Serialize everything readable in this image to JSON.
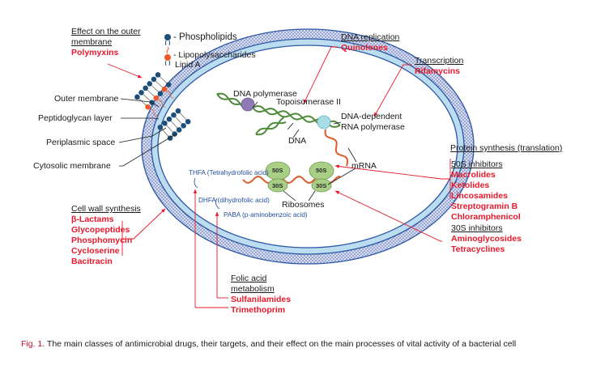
{
  "legend": {
    "phospholipids": "Phospholipids",
    "lipopolysaccharides": "Lipopolysaccharides",
    "lipid_a": "Lipid A"
  },
  "structures": {
    "outer_membrane": "Outer membrane",
    "peptidoglycan_layer": "Peptidoglycan layer",
    "periplasmic_space": "Periplasmic space",
    "cytosolic_membrane": "Cytosolic membrane",
    "dna_polymerase": "DNA polymerase",
    "topoisomerase": "Topoisomerase II",
    "dna": "DNA",
    "rna_polymerase_line1": "DNA-dependent",
    "rna_polymerase_line2": "RNA polymerase",
    "mrna": "mRNA",
    "ribosomes": "Ribosomes",
    "ribosome_50s": "50S",
    "ribosome_30s": "30S",
    "thfa": "THFA (Tetrahydrofolic acid)",
    "dhfa": "DHFA (dihydrofolic acid)",
    "paba": "PABA (p-aminobenzoic acid)"
  },
  "drug_groups": {
    "outer_membrane": {
      "title_line1": "Effect on the outer",
      "title_line2": "membrane",
      "drugs": [
        "Polymyxins"
      ]
    },
    "dna_replication": {
      "title": "DNA replication",
      "drugs": [
        "Quinolones"
      ]
    },
    "transcription": {
      "title": "Transcription",
      "drugs": [
        "Rifamycins"
      ]
    },
    "protein_synthesis": {
      "title": "Protein synthesis (translation)",
      "sub50": {
        "title": "50S inhibitors",
        "drugs": [
          "Macrolides",
          "Ketolides",
          "Lincosamides",
          "Streptogramin B",
          "Chloramphenicol"
        ]
      },
      "sub30": {
        "title": "30S inhibitors",
        "drugs": [
          "Aminoglycosides",
          "Tetracyclines"
        ]
      }
    },
    "cell_wall": {
      "title": "Cell wall synthesis",
      "drugs": [
        "β-Lactams",
        "Glycopeptides",
        "Phosphomycin",
        "Cycloserine",
        "Bacitracin"
      ]
    },
    "folic_acid": {
      "title_line1": "Folic acid",
      "title_line2": "metabolism",
      "drugs": [
        "Sulfanilamides",
        "Trimethoprim"
      ]
    }
  },
  "caption": {
    "fig_label": "Fig. 1.",
    "text": " The main classes of antimicrobial drugs, their targets, and their effect on the main processes of vital activity of a bacterial cell"
  },
  "colors": {
    "drug_red": "#e8192c",
    "membrane_blue": "#2a57a6",
    "periplasm_light_blue": "#bcdcef",
    "dna_green": "#4f8a3a",
    "mrna_orange": "#e05a2a",
    "ribosome_green": "#a9cf86",
    "dna_polymerase_purple": "#8e7ab5",
    "rna_polymerase_cyan": "#a8dde6",
    "phospholipid_head": "#1d4f7a",
    "lipid_a_head": "#ef5a28"
  }
}
